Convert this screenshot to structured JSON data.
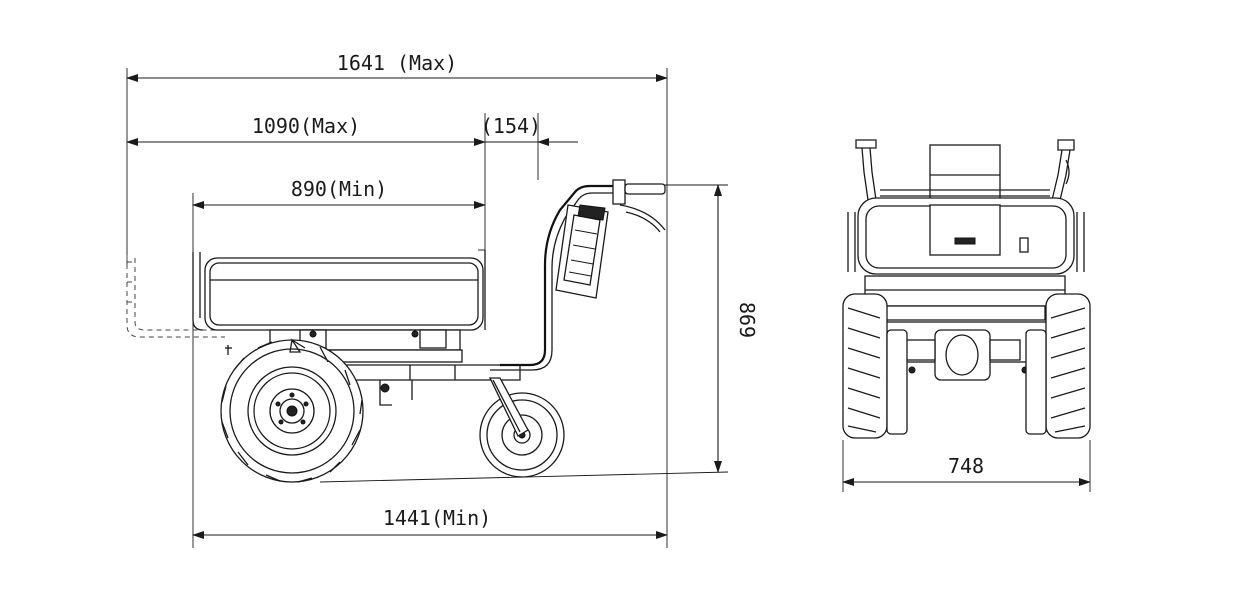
{
  "dimensions": {
    "overall_length_max": "1641 (Max)",
    "bed_length_max": "1090(Max)",
    "offset": "(154)",
    "bed_length_min": "890(Min)",
    "height": "869",
    "overall_length_min": "1441(Min)",
    "width": "748"
  }
}
